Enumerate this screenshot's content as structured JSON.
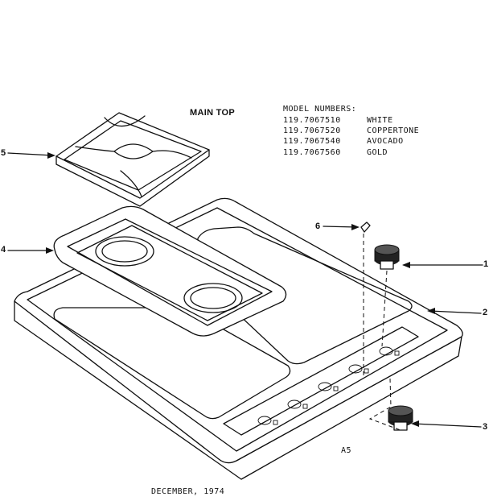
{
  "diagram": {
    "title": "MAIN TOP",
    "model_header": "MODEL NUMBERS:",
    "models": [
      {
        "number": "119.7067510",
        "color": "WHITE"
      },
      {
        "number": "119.7067520",
        "color": "COPPERTONE"
      },
      {
        "number": "119.7067540",
        "color": "AVOCADO"
      },
      {
        "number": "119.7067560",
        "color": "GOLD"
      }
    ],
    "callouts": {
      "c1": "1",
      "c2": "2",
      "c3": "3",
      "c4": "4",
      "c5": "5",
      "c6": "6"
    },
    "figure_code": "A5",
    "date": "DECEMBER, 1974"
  }
}
